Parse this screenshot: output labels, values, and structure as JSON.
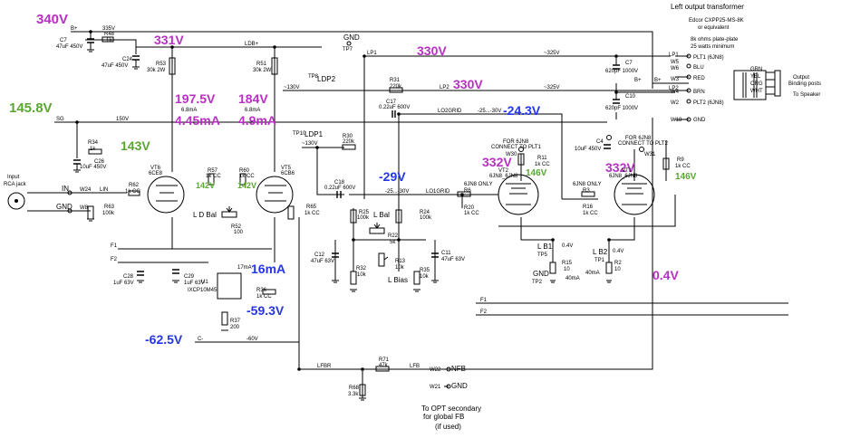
{
  "title": {
    "text": "Left output transformer",
    "part": "Edcor CXPP25-MS-8K",
    "part2": "or equivalent",
    "spec1": "8k ohms plate-plate",
    "spec2": "25 watts minimum"
  },
  "voltages": {
    "v340": "340V",
    "v331": "331V",
    "v330a": "330V",
    "v330b": "330V",
    "v197": "197.5V",
    "v184": "184V",
    "i445": "4.45mA",
    "i49": "4.9mA",
    "v145": "145.8V",
    "v143": "143V",
    "v243": "-24.3V",
    "v29": "-29V",
    "v332a": "332V",
    "v332b": "332V",
    "v146a": "146V",
    "v146b": "146V",
    "i16": "16mA",
    "v593": "-59.3V",
    "v625": "-62.5V",
    "v04": "0.4V",
    "v142a": "142V",
    "v142b": "142V",
    "v04a": "0.4V",
    "v04b": "0.4V"
  },
  "nets": {
    "bplus": "B+",
    "n335": "335V",
    "ldbplus": "LDB+",
    "lp1": "LP1",
    "lp2": "LP2",
    "n325a": "~325V",
    "n325b": "~325V",
    "n130a": "~130V",
    "n130b": "~130V",
    "ldp2": "LDP2",
    "ldp1": "LDP1",
    "tp8": "TP8",
    "tp10": "TP10",
    "tp7": "TP7",
    "gnd": "GND",
    "sg": "SG",
    "n150": "150V",
    "lo2grid": "LO2GRID",
    "n2530a": "-25...-30V",
    "n2530b": "-25...-30V",
    "lo1grid": "LO1GRID",
    "lin": "LIN",
    "in": "IN",
    "w24": "W24",
    "gndin": "GND",
    "w8": "W8",
    "f1a": "F1",
    "f2a": "F2",
    "f1b": "F1",
    "f2b": "F2",
    "cminus": "C-",
    "n60": "-60V",
    "lfbr": "LFBR",
    "lfb": "LFB",
    "w22": "W22",
    "nfb": "NFB",
    "w21": "W21",
    "gndfb": "GND",
    "eplus": "B+",
    "bplus_ot": "B+",
    "input1": "Input",
    "input2": "RCA jack",
    "ldbal": "L D Bal",
    "lbal": "L Bal",
    "lbias": "L Bias",
    "lb1": "L B1",
    "lb2": "L B2",
    "tp5": "TP5",
    "tp1": "TP1",
    "tp2": "TP2",
    "gnd2": "GND",
    "ma17": "17mA",
    "ma68a": "6.8mA",
    "ma68b": "6.8mA",
    "ma40a": "40mA",
    "ma40b": "40mA",
    "fb1": "To OPT secondary",
    "fb2": "for global FB",
    "fb3": "(if used)",
    "out1": "Output",
    "out2": "Binding posts",
    "out3": "To Speaker"
  },
  "components": {
    "c7": "C7",
    "c7v": "47uF 450V",
    "r48": "R48",
    "r48v": "1k",
    "c24": "C24",
    "c24v": "47uF 450V",
    "r53": "R53",
    "r53v": "30k 2W",
    "r51": "R51",
    "r51v": "30k 2W",
    "r31": "R31",
    "r31v": "220k",
    "r30": "R30",
    "r30v": "220k",
    "c17": "C17",
    "c17v": "0.22uF 600V",
    "c18": "C18",
    "c18v": "0.22uF 600V",
    "r34": "R34",
    "r34v": "1k",
    "c26": "C26",
    "c26v": "10uF 450V",
    "vt6": "VT6",
    "vt6t": "6CE8",
    "vt5": "VT5",
    "vt5t": "6CB6",
    "r57": "R57",
    "r57v": "1k CC",
    "r60": "R60",
    "r60v": "1k CC",
    "r62": "R62",
    "r62v": "1k CC",
    "r63": "R63",
    "r63v": "100k",
    "r52": "R52",
    "r52v": "100",
    "r65": "R65",
    "r65v": "1k CC",
    "r25": "R25",
    "r25v": "100k",
    "r24": "R24",
    "r24v": "100k",
    "r22": "R22",
    "r22v": "5k",
    "r13": "R13",
    "r13v": "10k",
    "c12": "C12",
    "c12v": "47uF 63V",
    "c11": "C11",
    "c11v": "47uF 63V",
    "r32": "R32",
    "r32v": "10k",
    "r35": "R35",
    "r35v": "10k",
    "c28": "C28",
    "c28v": "1uF 63V",
    "c29": "C29",
    "c29v": "1uF 63V",
    "u1": "U1",
    "u1t": "IXCP10M45",
    "r36": "R36",
    "r36v": "1k CC",
    "r37": "R37",
    "r37v": "200",
    "c7b": "C7",
    "c7bv": "620pF 1000V",
    "c10": "C10",
    "c10v": "620pF 1000V",
    "vt2": "VT2",
    "vt2t": "6JN8_6JN8",
    "vt1": "VT1",
    "vt1t": "6JN8_6JN8",
    "r6": "R6",
    "r6v": "6JN8 ONLY",
    "r20": "R20",
    "r20v": "1k CC",
    "r3": "R3",
    "r3v": "6JN8 ONLY",
    "r16": "R16",
    "r16v": "1k CC",
    "r11": "R11",
    "r11v": "1k CC",
    "r9": "R9",
    "r9v": "1k CC",
    "c4": "C4",
    "c4v": "10uF 450V",
    "w30": "W30",
    "w31": "W31",
    "for1": "FOR 6JN8",
    "for1b": "CONNECT TO PLT1",
    "for2": "FOR 6JN8",
    "for2b": "CONNECT TO PLT2",
    "r15": "R15",
    "r15v": "10",
    "r2": "R2",
    "r2v": "10",
    "r71": "R71",
    "r71v": "47k",
    "r68": "R68",
    "r68v": "3.3k"
  },
  "transformer": {
    "w5": "W5",
    "plt1": "PLT1 (6JN8)",
    "w6": "W6",
    "blu": "BLU",
    "w3": "W3",
    "red": "RED",
    "w4": "W4",
    "brn": "BRN",
    "w2": "W2",
    "plt2": "PLT2 (6JN8)",
    "w18": "W18",
    "gnd": "GND",
    "grn": "GRN",
    "yel": "YEL",
    "org": "ORG",
    "wht": "WHT",
    "lp1": "LP1",
    "lp2": "LP2",
    "bplus": "B+"
  }
}
